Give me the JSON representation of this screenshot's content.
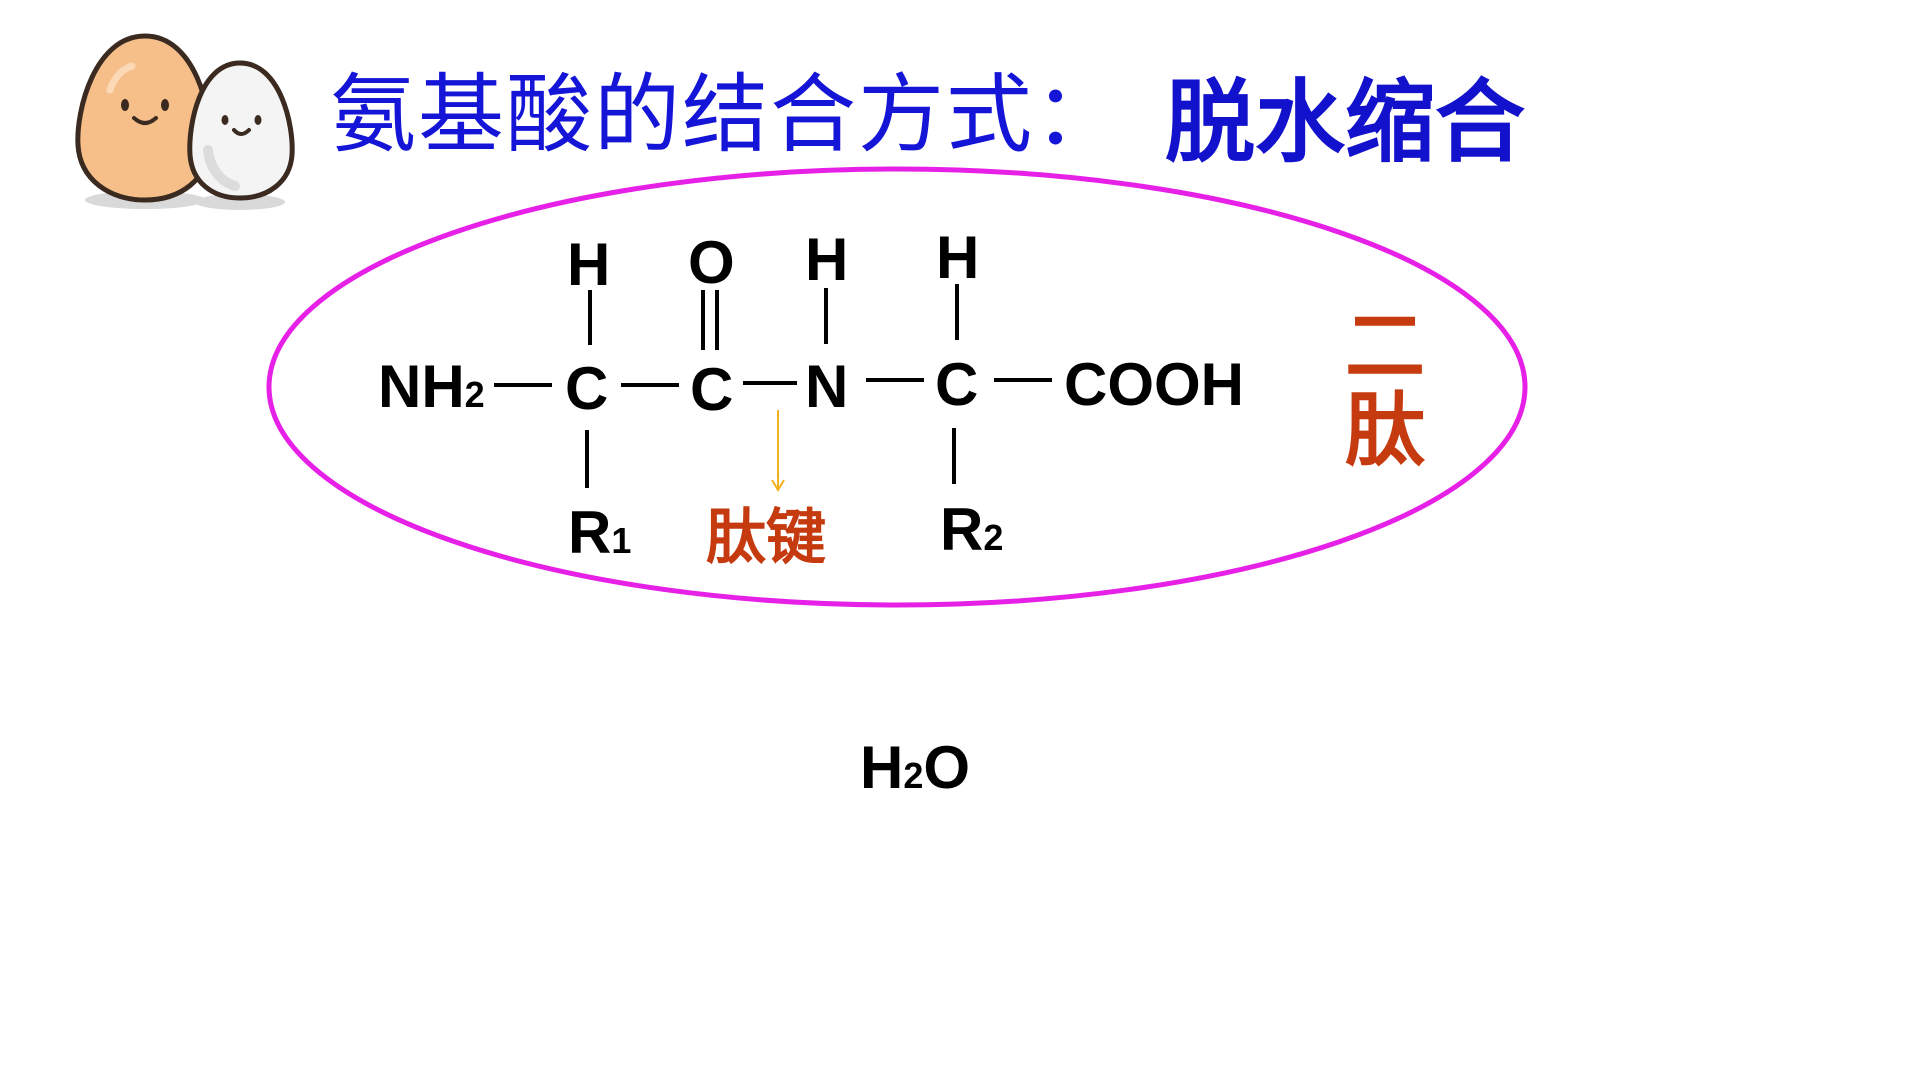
{
  "title": {
    "prefix": "氨基酸的结合方式：",
    "emphasis": "脱水缩合"
  },
  "structure": {
    "amine": "NH",
    "amine_sub": "2",
    "carbon_1": "C",
    "carbon_2": "C",
    "nitrogen": "N",
    "carbon_3": "C",
    "carboxyl": "COOH",
    "h_top_1": "H",
    "o_top": "O",
    "h_top_n": "H",
    "h_top_2": "H",
    "r1": "R",
    "r1_sub": "1",
    "r2": "R",
    "r2_sub": "2"
  },
  "labels": {
    "peptide_bond": "肽键",
    "dipeptide_line1": "二",
    "dipeptide_line2": "肽"
  },
  "water": {
    "h": "H",
    "sub": "2",
    "o": "O"
  },
  "colors": {
    "title": "#1515d8",
    "emphasis": "#1212cc",
    "highlight": "#c63a0f",
    "ellipse": "#e620e6",
    "arrow": "#f2b21e"
  },
  "icons": {
    "mascot": "egg-characters-icon"
  }
}
